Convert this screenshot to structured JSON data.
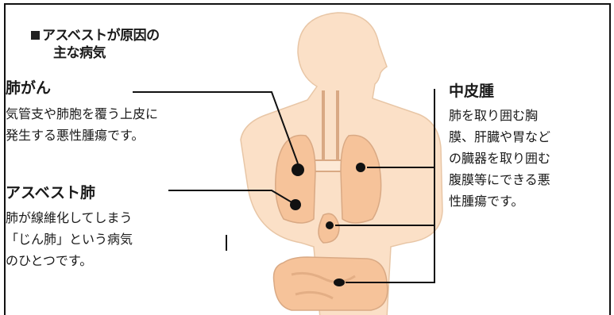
{
  "heading": {
    "line1": "アスベストが原因の",
    "line2": "主な病気"
  },
  "diseases": [
    {
      "title": "肺がん",
      "description": "気管支や肺胞を覆う上皮に\n発生する悪性腫瘍です。"
    },
    {
      "title": "アスベスト肺",
      "description": "肺が線維化してしまう\n「じん肺」という病気\nのひとつです。"
    },
    {
      "title": "中皮腫",
      "description": "肺を取り囲む胸\n膜、肝臓や胃など\nの臓器を取り囲む\n腹膜等にできる悪\n性腫瘍です。"
    }
  ],
  "colors": {
    "skin": "#fbe0c7",
    "organ": "#f6c39a",
    "lesion": "#111111",
    "frame": "#111111"
  },
  "icons": {
    "heading_bullet": "black-square"
  }
}
